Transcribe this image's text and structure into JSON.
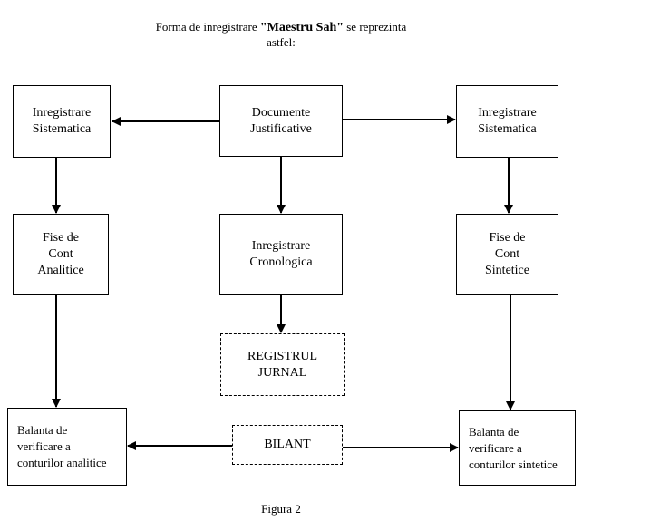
{
  "header": {
    "prefix": "Forma de inregistrare ",
    "bold": "\"Maestru Sah\"",
    "suffix": " se reprezinta",
    "line2": "astfel:"
  },
  "nodes": {
    "inregistrare_sistematica_left": "Inregistrare\nSistematica",
    "documente_justificative": "Documente\nJustificative",
    "inregistrare_sistematica_right": "Inregistrare\nSistematica",
    "fise_cont_analitice": "Fise de\nCont\nAnalitice",
    "inregistrare_cronologica": "Inregistrare\nCronologica",
    "fise_cont_sintetice": "Fise de\nCont\nSintetice",
    "registrul_jurnal": "REGISTRUL\nJURNAL",
    "balanta_analitice": "Balanta de\nverificare a\nconturilor analitice",
    "bilant": "BILANT",
    "balanta_sintetice": "Balanta de\nverificare a\nconturilor sintetice"
  },
  "figure_label": "Figura 2"
}
